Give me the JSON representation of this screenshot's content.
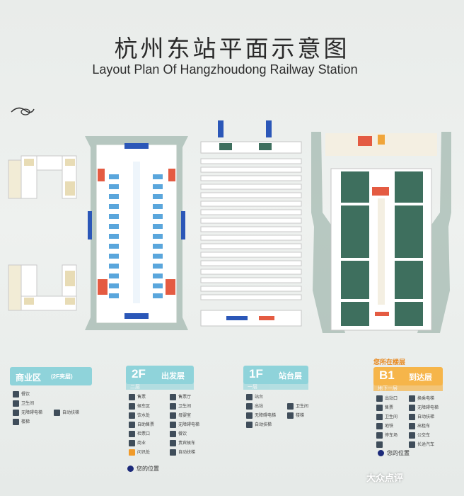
{
  "title": {
    "zh": "杭州东站平面示意图",
    "en": "Layout Plan Of Hangzhoudong Railway Station"
  },
  "colors": {
    "teal_header": "#8fd3da",
    "orange_header": "#f6b54a",
    "platform_green": "#3e6f5e",
    "you_are_here": "#1c2a7a",
    "blue_signs": "#2b57b8"
  },
  "legends": [
    {
      "level": "商业区",
      "name": "(2F夹层)",
      "items": [
        "餐饮",
        "卫生间",
        "无障碍电梯",
        "楼梯",
        "自动扶梯",
        "",
        "",
        ""
      ]
    },
    {
      "level": "2F",
      "name": "出发层",
      "sub": "二层",
      "items": [
        "售票",
        "售票厅",
        "候车区",
        "卫生间",
        "饮水处",
        "母婴室",
        "自助售票",
        "无障碍电梯",
        "检票口",
        "餐饮",
        "商业",
        "贵宾候车",
        "问讯处",
        "自动扶梯"
      ]
    },
    {
      "level": "1F",
      "name": "站台层",
      "sub": "一层",
      "items": [
        "站台",
        "出站",
        "卫生间",
        "无障碍电梯",
        "楼梯",
        "自动扶梯",
        "",
        ""
      ]
    },
    {
      "level": "B1",
      "name": "到达层",
      "sub": "地下一层",
      "items": [
        "出站口",
        "换乘电梯",
        "售票",
        "无障碍电梯",
        "卫生间",
        "自动扶梯",
        "地铁",
        "出租车",
        "停车场",
        "公交车",
        "",
        "长途汽车"
      ]
    }
  ],
  "current_floor_tag": "您所在楼层",
  "you_are_here_label": "您的位置",
  "watermark": "大众点评"
}
